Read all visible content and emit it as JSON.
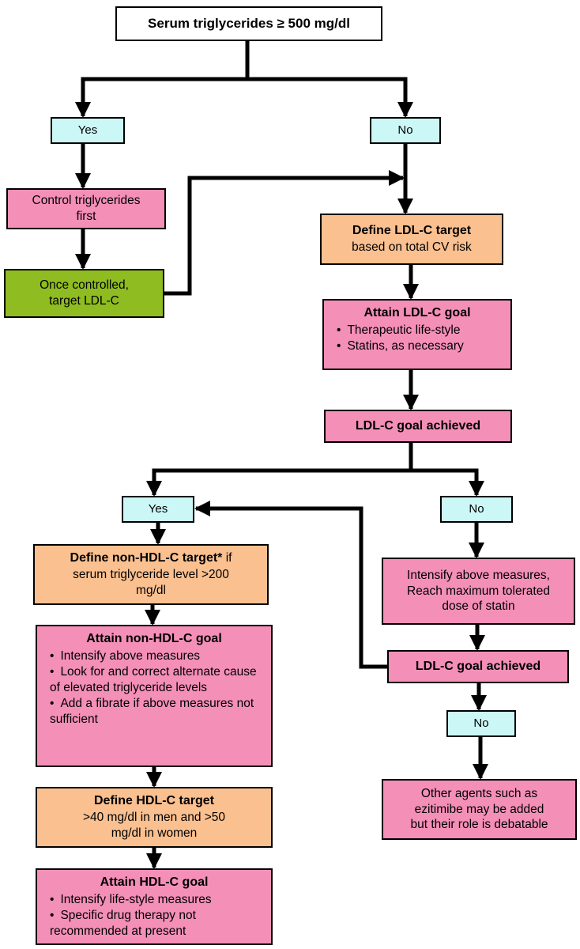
{
  "nodes": {
    "root": {
      "label": "Serum triglycerides ≥ 500 mg/dl"
    },
    "yes1": {
      "label": "Yes"
    },
    "no1": {
      "label": "No"
    },
    "control_tg": {
      "lines": [
        "Control triglycerides",
        "first"
      ]
    },
    "once_controlled": {
      "lines": [
        "Once controlled,",
        "target LDL-C"
      ]
    },
    "define_ldl": {
      "title": "Define LDL-C target",
      "subtitle": "based on total CV risk"
    },
    "attain_ldl": {
      "title": "Attain LDL-C goal",
      "bullets": [
        "Therapeutic life-style",
        "Statins, as necessary"
      ]
    },
    "ldl_goal_achieved_1": {
      "label": "LDL-C goal achieved"
    },
    "yes2": {
      "label": "Yes"
    },
    "no2": {
      "label": "No"
    },
    "define_non_hdl": {
      "title_bold": "Define non-HDL-C target*",
      "title_rest": " if",
      "lines": [
        "serum triglyceride level >200",
        "mg/dl"
      ]
    },
    "attain_non_hdl": {
      "title": "Attain non-HDL-C goal",
      "bullets": [
        "Intensify above measures",
        "Look for and correct alternate cause of elevated triglyceride levels",
        "Add a fibrate if above measures not sufficient"
      ]
    },
    "define_hdl": {
      "title": "Define HDL-C target",
      "lines": [
        ">40 mg/dl in men and >50",
        "mg/dl in women"
      ]
    },
    "attain_hdl": {
      "title": "Attain HDL-C goal",
      "bullets": [
        "Intensify life-style measures",
        "Specific drug therapy not recommended at present"
      ]
    },
    "intensify": {
      "lines": [
        "Intensify above measures,",
        "Reach maximum tolerated",
        "dose of statin"
      ]
    },
    "ldl_goal_achieved_2": {
      "label": "LDL-C goal achieved"
    },
    "no3": {
      "label": "No"
    },
    "other_agents": {
      "lines": [
        "Other agents such as",
        "ezitimibe may be added",
        "but their role is debatable"
      ]
    }
  },
  "colors": {
    "pink": "#F48FB8",
    "orange": "#FAC090",
    "green": "#8FBC20",
    "cyan": "#CCF7F7",
    "line": "#000000"
  }
}
